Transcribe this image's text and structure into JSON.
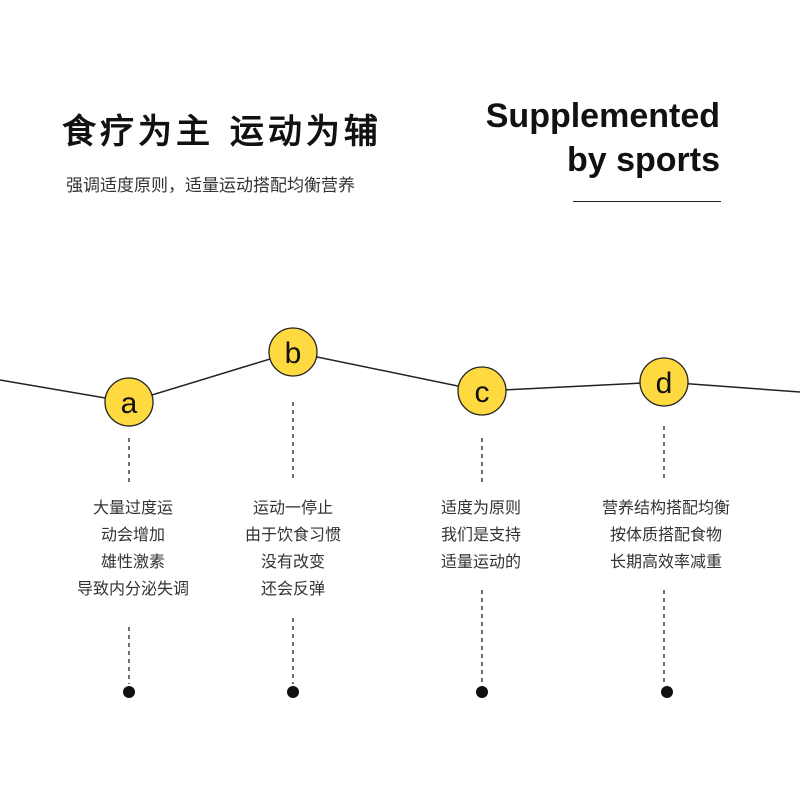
{
  "header": {
    "title_cn": "食疗为主 运动为辅",
    "subtitle_cn": "强调适度原则，适量运动搭配均衡营养",
    "title_en_line1": "Supplemented",
    "title_en_line2": "by sports"
  },
  "colors": {
    "node_fill": "#FFD940",
    "line": "#222222",
    "text": "#333333"
  },
  "nodes": [
    {
      "letter": "a",
      "lines": [
        "大量过度运",
        "动会增加",
        "雄性激素",
        "导致内分泌失调"
      ]
    },
    {
      "letter": "b",
      "lines": [
        "运动一停止",
        "由于饮食习惯",
        "没有改变",
        "还会反弹"
      ]
    },
    {
      "letter": "c",
      "lines": [
        "适度为原则",
        "我们是支持",
        "适量运动的"
      ]
    },
    {
      "letter": "d",
      "lines": [
        "营养结构搭配均衡",
        "按体质搭配食物",
        "长期高效率减重"
      ]
    }
  ]
}
